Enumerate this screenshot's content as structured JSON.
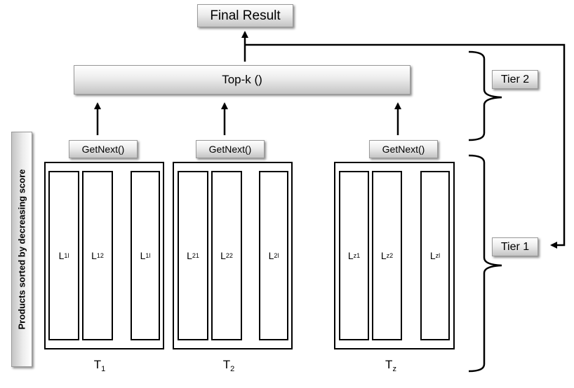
{
  "final_result": "Final Result",
  "topk": "Top-k ()",
  "tier2": "Tier 2",
  "tier1": "Tier 1",
  "side_label": "Products sorted by decreasing score",
  "getnext": [
    "GetNext()",
    "GetNext()",
    "GetNext()"
  ],
  "groups": [
    {
      "label": {
        "main": "T",
        "sub": "1"
      },
      "columns": [
        {
          "main": "L",
          "sub": "1l"
        },
        {
          "main": "L",
          "sub": "12"
        },
        {
          "main": "L",
          "sub": "1l"
        }
      ]
    },
    {
      "label": {
        "main": "T",
        "sub": "2"
      },
      "columns": [
        {
          "main": "L",
          "sub": "21"
        },
        {
          "main": "L",
          "sub": "22"
        },
        {
          "main": "L",
          "sub": "2l"
        }
      ]
    },
    {
      "label": {
        "main": "T",
        "sub": "z"
      },
      "columns": [
        {
          "main": "L",
          "sub": "z1"
        },
        {
          "main": "L",
          "sub": "z2"
        },
        {
          "main": "L",
          "sub": "zl"
        }
      ]
    }
  ]
}
